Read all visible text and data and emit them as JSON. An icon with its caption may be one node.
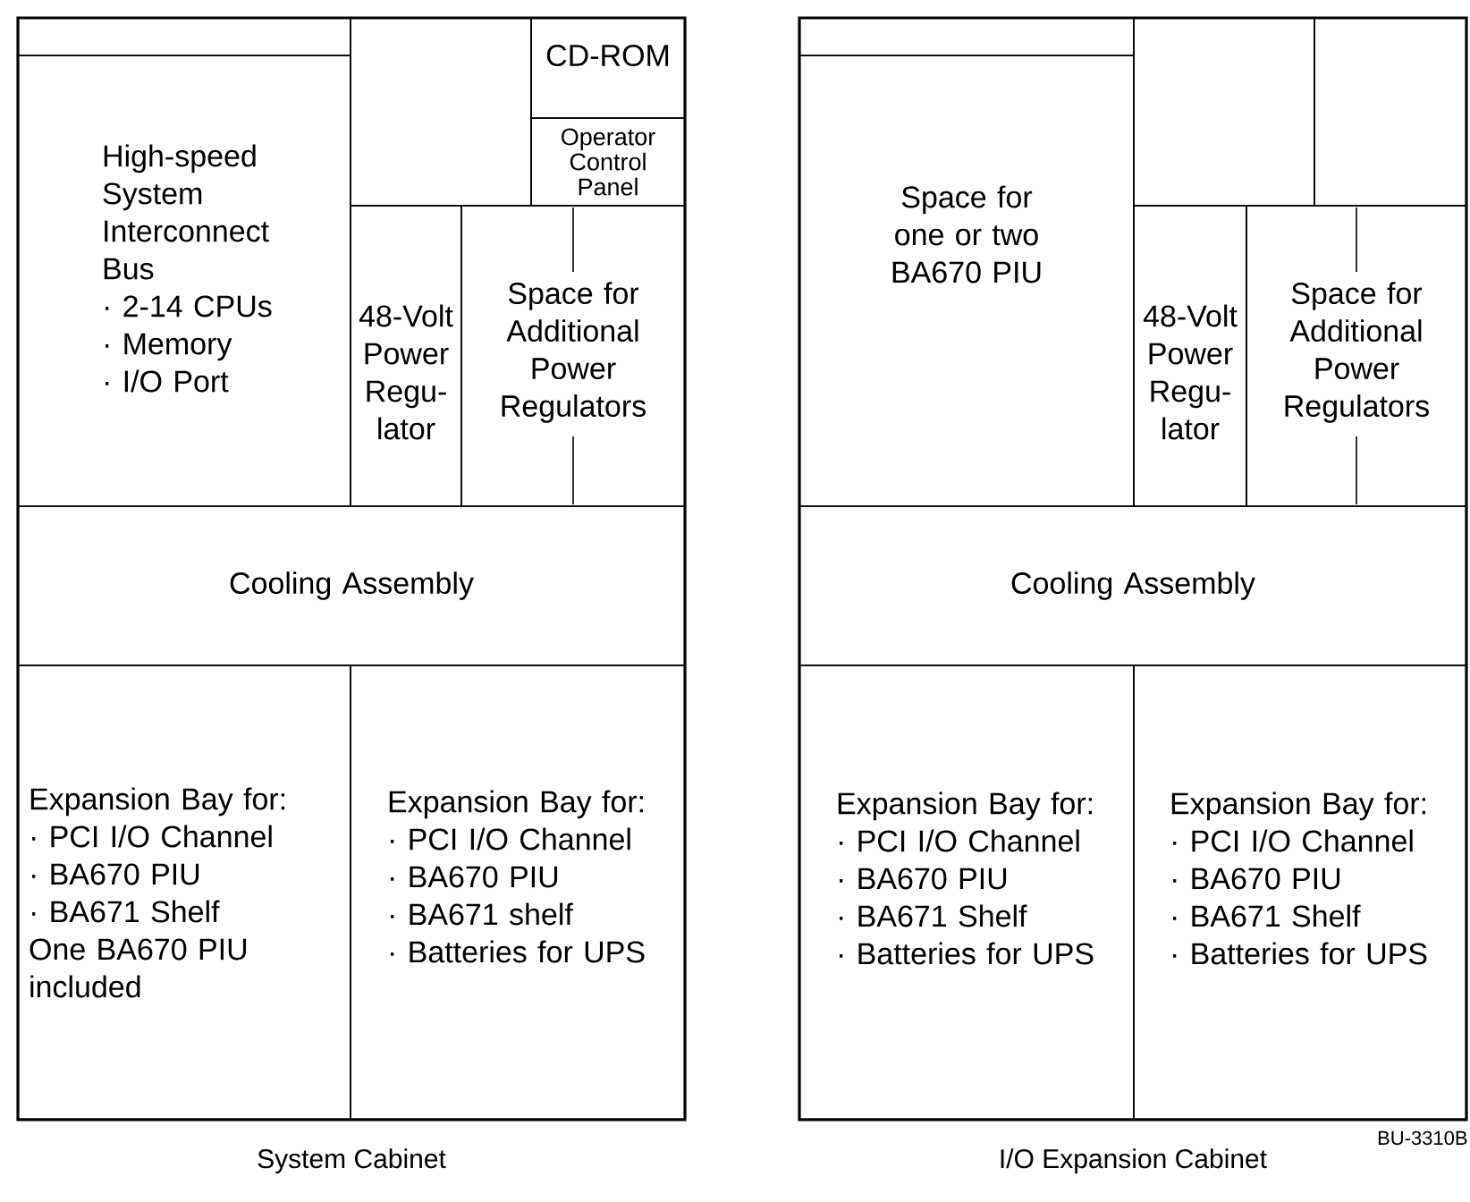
{
  "diagram": {
    "nodes": [
      {
        "text": [
          "System Cabinet"
        ]
      },
      {
        "text": [],
        "shape": "box",
        "in": 0
      },
      {
        "text": [],
        "shape": "box",
        "in": 0
      },
      {
        "text": [
          "CD-ROM"
        ],
        "in": 0
      },
      {
        "text": [
          "Operator Control Panel"
        ],
        "in": 0
      },
      {
        "text": [
          "High-speed System Interconnect Bus",
          "· 2-14 CPUs",
          "· Memory",
          "· I/O Port"
        ],
        "in": 0
      },
      {
        "text": [
          "48-Volt Power Regu- lator"
        ],
        "in": 0
      },
      {
        "text": [
          "Space for Additional Power Regulators"
        ],
        "in": 0
      },
      {
        "text": [
          "Cooling Assembly"
        ],
        "in": 0
      },
      {
        "text": [
          "Expansion Bay for:",
          "· PCI I/O Channel",
          "· BA670 PIU",
          "· BA671 Shelf",
          "One BA670 PIU included"
        ],
        "in": 0
      },
      {
        "text": [
          "Expansion Bay for:",
          "· PCI I/O Channel",
          "· BA670 PIU",
          "· BA671 shelf",
          "· Batteries for UPS"
        ],
        "in": 0
      },
      {
        "text": [
          "I/O Expansion Cabinet"
        ]
      },
      {
        "text": [],
        "shape": "box",
        "in": 11
      },
      {
        "text": [],
        "shape": "box",
        "in": 11
      },
      {
        "text": [],
        "shape": "box",
        "in": 11
      },
      {
        "text": [
          "Space for one or two BA670 PIU"
        ],
        "in": 11
      },
      {
        "text": [
          "48-Volt Power Regu- lator"
        ],
        "in": 11
      },
      {
        "text": [
          "Space for Additional Power Regulators"
        ],
        "in": 11
      },
      {
        "text": [
          "Cooling Assembly"
        ],
        "in": 11
      },
      {
        "text": [
          "Expansion Bay for:",
          "· PCI I/O Channel",
          "· BA670 PIU",
          "· BA671 Shelf",
          "· Batteries for UPS"
        ],
        "in": 11
      },
      {
        "text": [
          "Expansion Bay for:",
          "· PCI I/O Channel",
          "· BA670 PIU",
          "· BA671 Shelf",
          "· Batteries for UPS"
        ],
        "in": 11
      }
    ],
    "labels": [
      "BU-3310B"
    ]
  }
}
